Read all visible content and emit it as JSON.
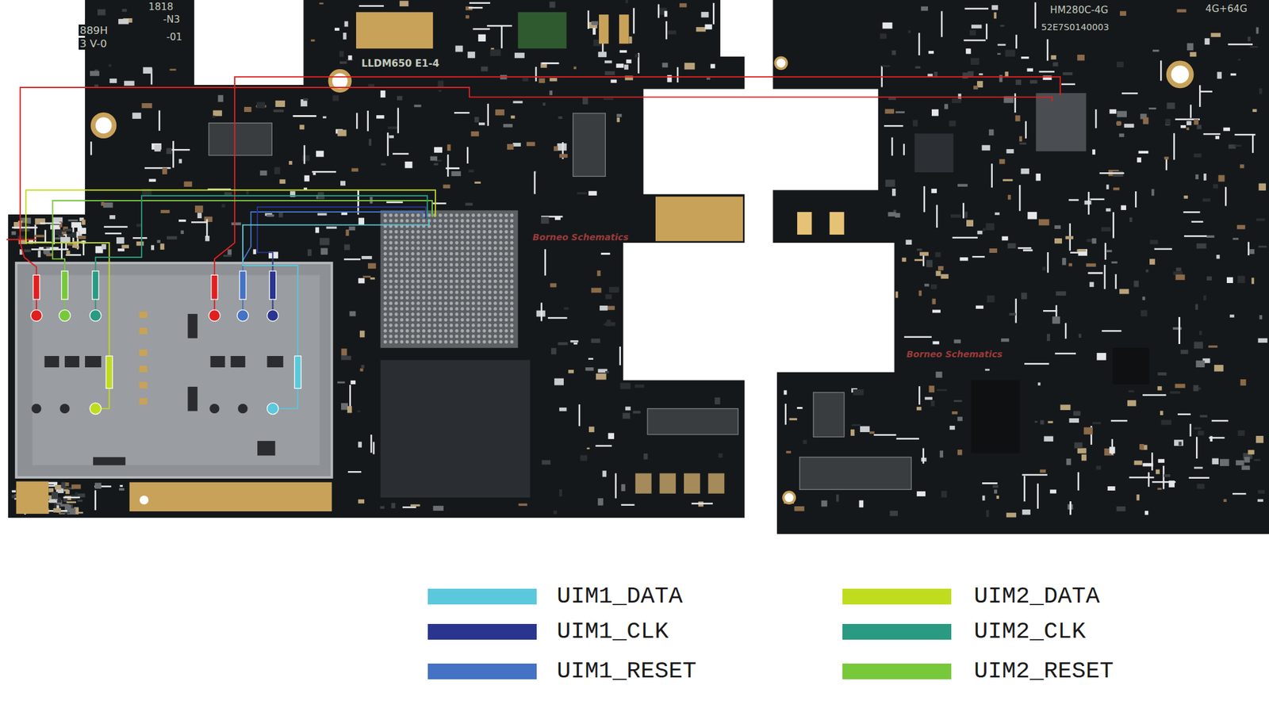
{
  "diagram": {
    "labels": [
      "1818",
      "889H",
      "3 V-0",
      "-N3",
      "-01",
      "LLDM650 E1-4",
      "HM280C-4G",
      "4G+64G",
      "52E7S0140003",
      "Borneo Schematics",
      "Borneo Schematics"
    ],
    "legend": [
      {
        "text": "UIM1_DATA",
        "color": "#5bc8dc"
      },
      {
        "text": "UIM1_CLK",
        "color": "#2a3590"
      },
      {
        "text": "UIM1_RESET",
        "color": "#4472c4"
      },
      {
        "text": "UIM2_DATA",
        "color": "#c0dc1e"
      },
      {
        "text": "UIM2_CLK",
        "color": "#2a9a82"
      },
      {
        "text": "UIM2_RESET",
        "color": "#78c83c"
      }
    ]
  }
}
